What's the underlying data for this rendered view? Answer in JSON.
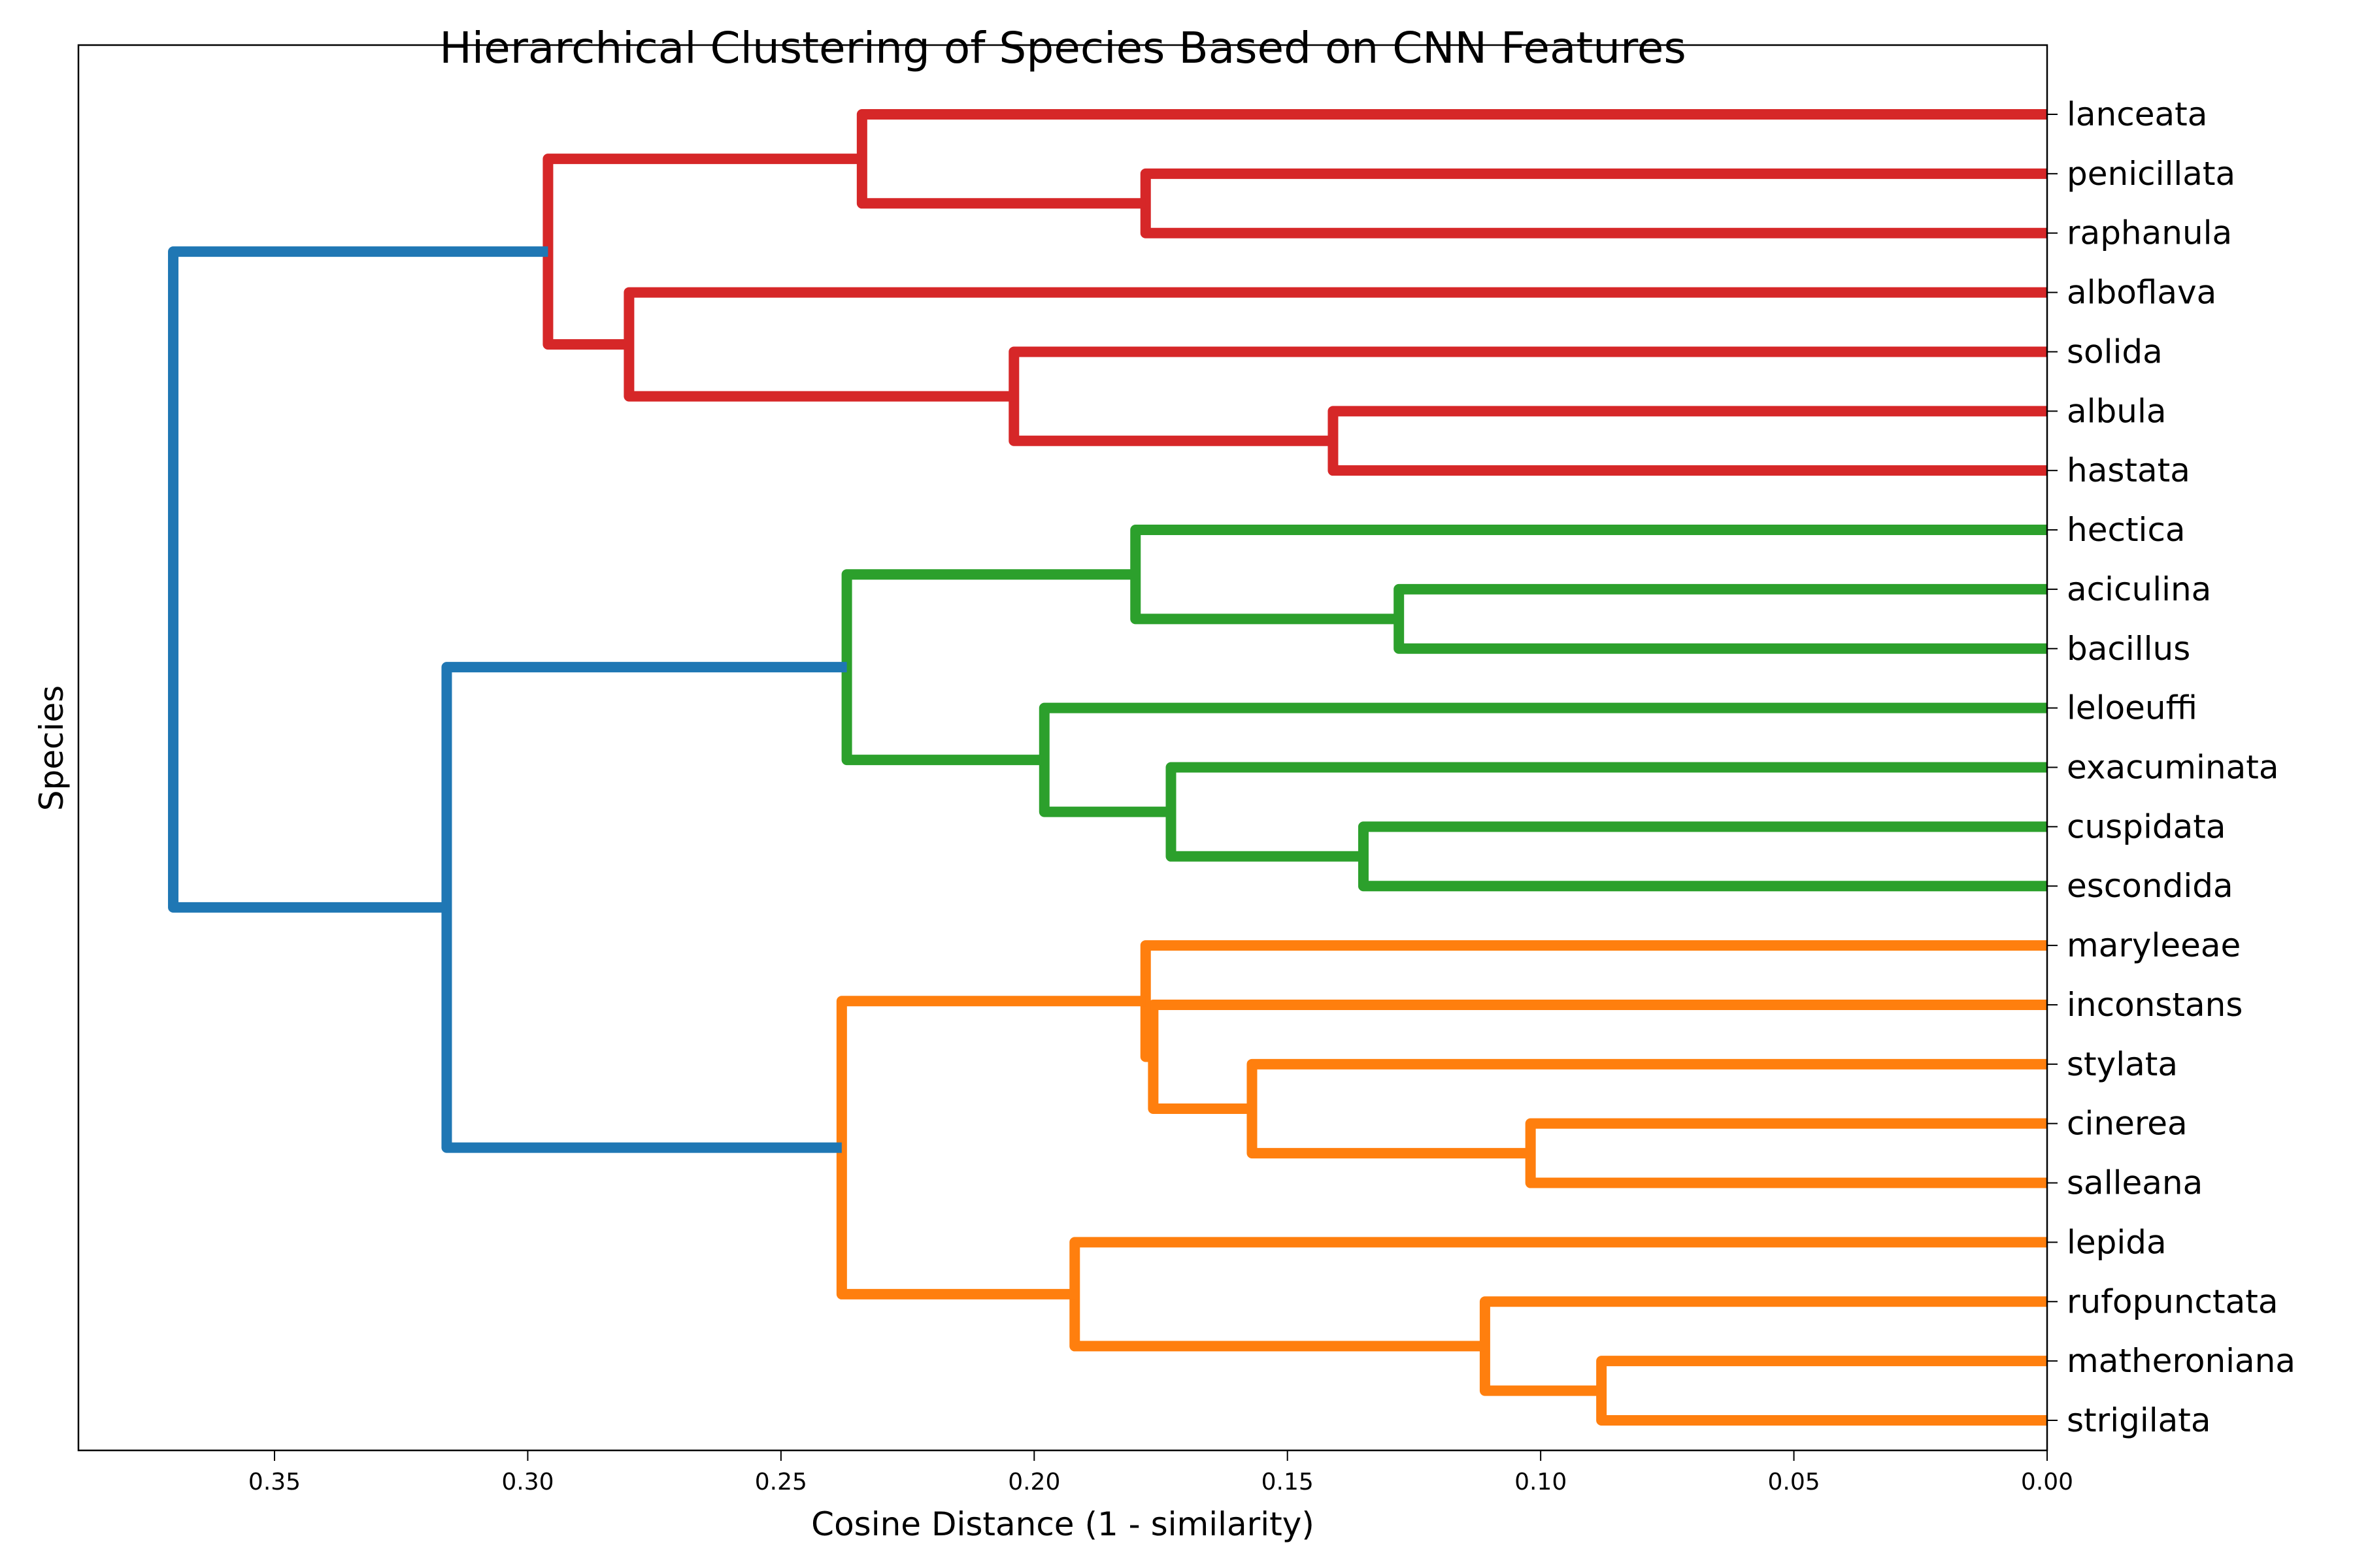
{
  "chart_data": {
    "type": "dendrogram",
    "title": "Hierarchical Clustering of Species Based on CNN Features",
    "xlabel": "Cosine Distance (1 - similarity)",
    "ylabel": "Species",
    "xlim": [
      0.388,
      0.0
    ],
    "x_ticks": [
      0.35,
      0.3,
      0.25,
      0.2,
      0.15,
      0.1,
      0.05,
      0.0
    ],
    "x_tick_labels": [
      "0.35",
      "0.30",
      "0.25",
      "0.20",
      "0.15",
      "0.10",
      "0.05",
      "0.00"
    ],
    "orientation": "left",
    "grid": false,
    "colors": {
      "red": "#d62728",
      "green": "#2ca02c",
      "orange": "#ff7f0e",
      "blue": "#1f77b4"
    },
    "leaves": [
      "lanceata",
      "penicillata",
      "raphanula",
      "alboflava",
      "solida",
      "albula",
      "hastata",
      "hectica",
      "aciculina",
      "bacillus",
      "leloeuffi",
      "exacuminata",
      "cuspidata",
      "escondida",
      "maryleeae",
      "inconstans",
      "stylata",
      "cinerea",
      "salleana",
      "lepida",
      "rufopunctata",
      "matheroniana",
      "strigilata"
    ],
    "merges": [
      {
        "id": "m0",
        "a": "penicillata",
        "b": "raphanula",
        "distance": 0.178,
        "color": "red"
      },
      {
        "id": "m1",
        "a": "lanceata",
        "b": "m0",
        "distance": 0.234,
        "color": "red"
      },
      {
        "id": "m2",
        "a": "albula",
        "b": "hastata",
        "distance": 0.141,
        "color": "red"
      },
      {
        "id": "m3",
        "a": "solida",
        "b": "m2",
        "distance": 0.204,
        "color": "red"
      },
      {
        "id": "m4",
        "a": "alboflava",
        "b": "m3",
        "distance": 0.28,
        "color": "red"
      },
      {
        "id": "m5",
        "a": "m1",
        "b": "m4",
        "distance": 0.296,
        "color": "red"
      },
      {
        "id": "m6",
        "a": "aciculina",
        "b": "bacillus",
        "distance": 0.128,
        "color": "green"
      },
      {
        "id": "m7",
        "a": "hectica",
        "b": "m6",
        "distance": 0.18,
        "color": "green"
      },
      {
        "id": "m8",
        "a": "cuspidata",
        "b": "escondida",
        "distance": 0.135,
        "color": "green"
      },
      {
        "id": "m9",
        "a": "exacuminata",
        "b": "m8",
        "distance": 0.173,
        "color": "green"
      },
      {
        "id": "m10",
        "a": "leloeuffi",
        "b": "m9",
        "distance": 0.198,
        "color": "green"
      },
      {
        "id": "m11",
        "a": "m7",
        "b": "m10",
        "distance": 0.237,
        "color": "green"
      },
      {
        "id": "m12",
        "a": "cinerea",
        "b": "salleana",
        "distance": 0.102,
        "color": "orange"
      },
      {
        "id": "m13",
        "a": "stylata",
        "b": "m12",
        "distance": 0.157,
        "color": "orange"
      },
      {
        "id": "m14",
        "a": "inconstans",
        "b": "m13",
        "distance": 0.1765,
        "color": "orange"
      },
      {
        "id": "m15",
        "a": "maryleeae",
        "b": "m14",
        "distance": 0.178,
        "color": "orange"
      },
      {
        "id": "m16",
        "a": "matheroniana",
        "b": "strigilata",
        "distance": 0.088,
        "color": "orange"
      },
      {
        "id": "m17",
        "a": "rufopunctata",
        "b": "m16",
        "distance": 0.111,
        "color": "orange"
      },
      {
        "id": "m18",
        "a": "lepida",
        "b": "m17",
        "distance": 0.192,
        "color": "orange"
      },
      {
        "id": "m19",
        "a": "m15",
        "b": "m18",
        "distance": 0.238,
        "color": "orange"
      },
      {
        "id": "m20",
        "a": "m11",
        "b": "m19",
        "distance": 0.316,
        "color": "blue"
      },
      {
        "id": "m21",
        "a": "m5",
        "b": "m20",
        "distance": 0.37,
        "color": "blue"
      }
    ]
  }
}
